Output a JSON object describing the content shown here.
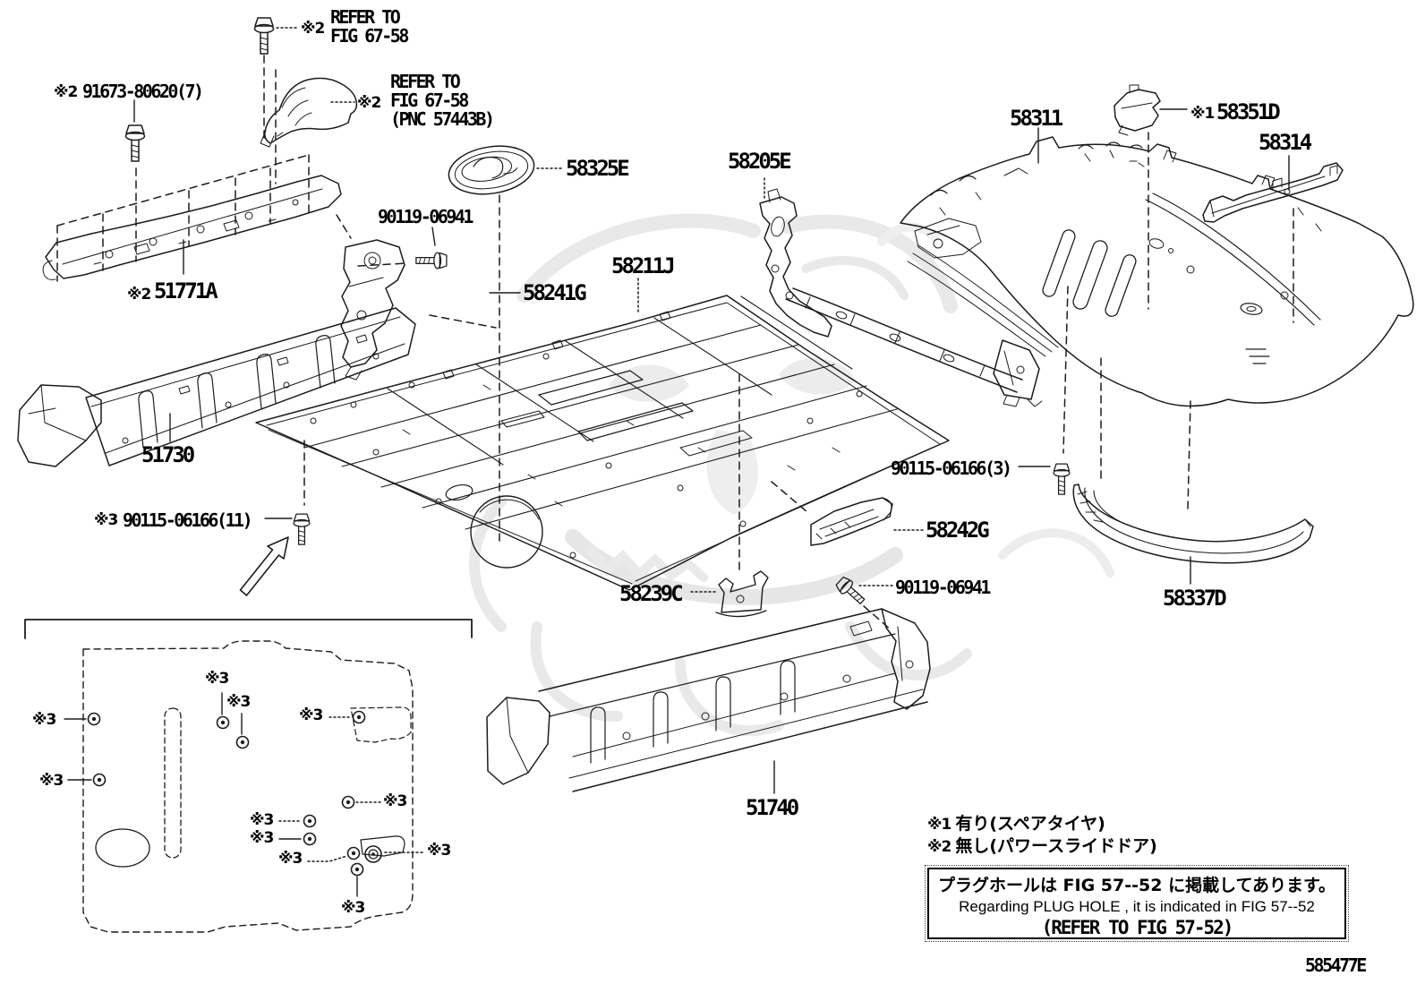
{
  "refs": {
    "r1": "※1",
    "r2": "※2",
    "r3": "※3"
  },
  "labels": {
    "bolt_91673": "91673-80620(7)",
    "refer_top_1": "REFER TO",
    "refer_top_2": "FIG 67-58",
    "refer_mid_1": "REFER TO",
    "refer_mid_2": "FIG 67-58",
    "refer_mid_3": "(PNC 57443B)",
    "p58325e": "58325E",
    "p58205e": "58205E",
    "p58311": "58311",
    "p58351d": "58351D",
    "p58314": "58314",
    "p90119_top": "90119-06941",
    "p58211j": "58211J",
    "p58241g": "58241G",
    "p51771a": "51771A",
    "p51730": "51730",
    "p90115_3": "90115-06166(3)",
    "p90115_11": "90115-06166(11)",
    "p58242g": "58242G",
    "p58239c": "58239C",
    "p90119_bot": "90119-06941",
    "p58337d": "58337D",
    "p51740": "51740"
  },
  "notes": {
    "note1": "有り(スペアタイヤ)",
    "note2": "無し(パワースライドドア)"
  },
  "plug_note": {
    "line1_jp": "プラグホールは FIG 57--52 に掲載してあります。",
    "line2_en": "Regarding PLUG HOLE , it is indicated in FIG 57--52",
    "line3": "(REFER TO FIG 57-52)"
  },
  "page": {
    "drawing_code": "585477E"
  }
}
